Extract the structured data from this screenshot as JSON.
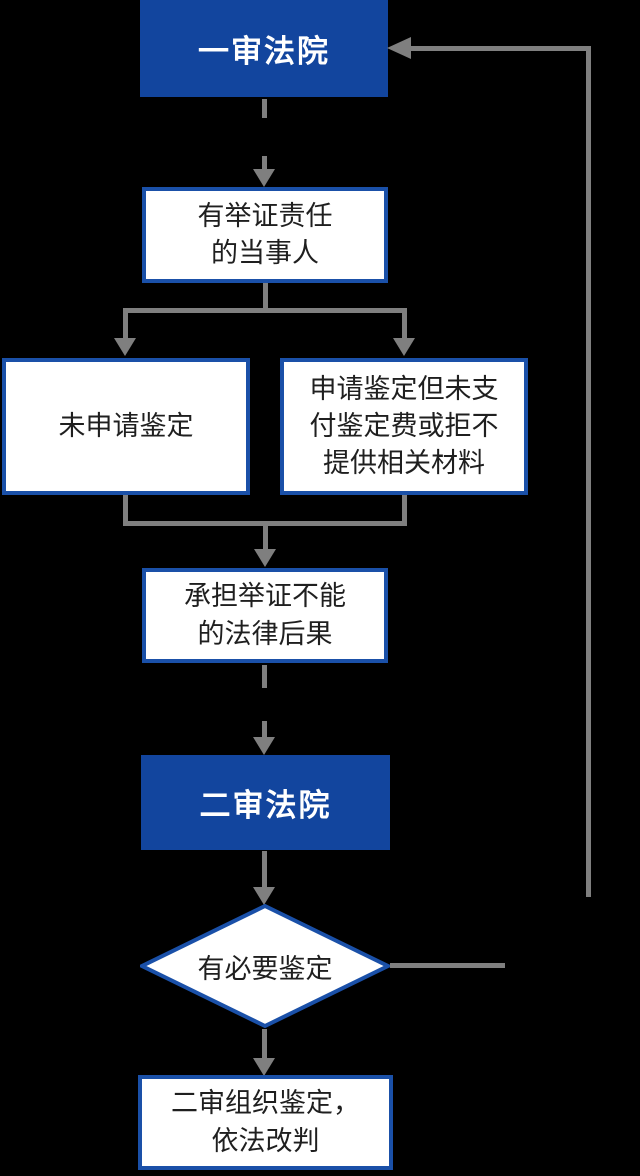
{
  "colors": {
    "background": "#000000",
    "blue_fill": "#12459e",
    "blue_border": "#1a50a8",
    "node_fill": "#ffffff",
    "connector": "#7f7f7f",
    "text_dark": "#1f1f1f",
    "text_light": "#ffffff"
  },
  "nodes": {
    "court1": {
      "label": "一审法院"
    },
    "party": {
      "line1": "有举证责任",
      "line2": "的当事人"
    },
    "no_apply": {
      "label": "未申请鉴定"
    },
    "applied": {
      "line1": "申请鉴定但未支",
      "line2": "付鉴定费或拒不",
      "line3": "提供相关材料"
    },
    "consequence": {
      "line1": "承担举证不能",
      "line2": "的法律后果"
    },
    "court2": {
      "label": "二审法院"
    },
    "decision": {
      "label": "有必要鉴定"
    },
    "retrial": {
      "line1": "二审组织鉴定，",
      "line2": "依法改判"
    }
  }
}
